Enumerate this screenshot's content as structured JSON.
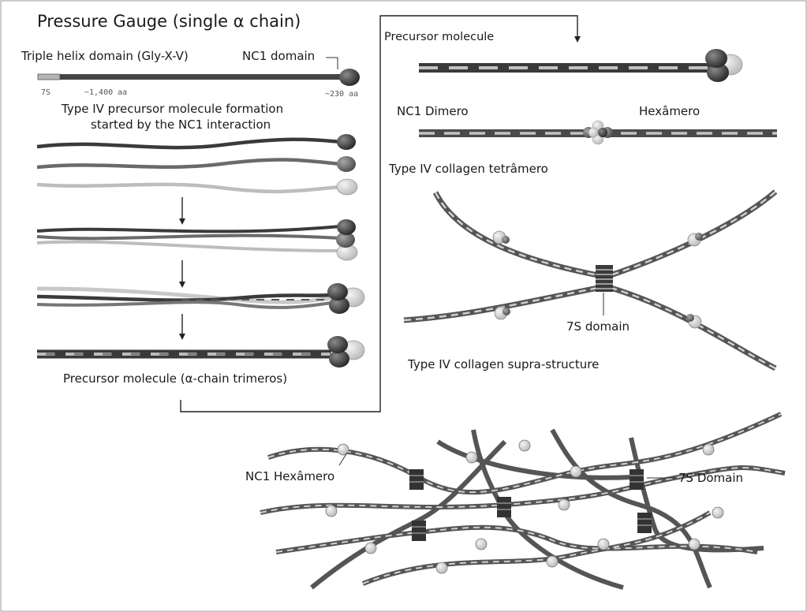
{
  "panel_single_chain": {
    "title": "Pressure Gauge (single α chain)",
    "triple_helix_label": "Triple helix domain (Gly-X-V)",
    "nc1_label": "NC1 domain",
    "scale_7s": "7S",
    "scale_helix_length": "~1,400 aa",
    "scale_nc1_length": "~230 aa"
  },
  "panel_formation": {
    "heading_line1": "Type IV precursor molecule formation",
    "heading_line2": "started by the NC1 interaction",
    "result_label": "Precursor molecule (α-chain trimeros)"
  },
  "panel_assembly": {
    "precursor_label": "Precursor molecule",
    "nc1_dimer_label": "NC1 Dimero",
    "hexamer_label": "Hexâmero",
    "tetramer_label": "Type IV collagen tetrâmero",
    "domain_7s_label": "7S domain",
    "suprastructure_label": "Type IV collagen supra-structure"
  },
  "panel_network": {
    "nc1_hexamer_label": "NC1 Hexâmero",
    "domain_7s_label": "7S Domain"
  },
  "colors": {
    "chain_dark": "#3a3a3a",
    "chain_mid": "#6e6e6e",
    "chain_light": "#c9c9c9",
    "globule_dark": "#2f2f2f",
    "globule_light": "#d8d8d8",
    "frame_line": "#222222"
  }
}
